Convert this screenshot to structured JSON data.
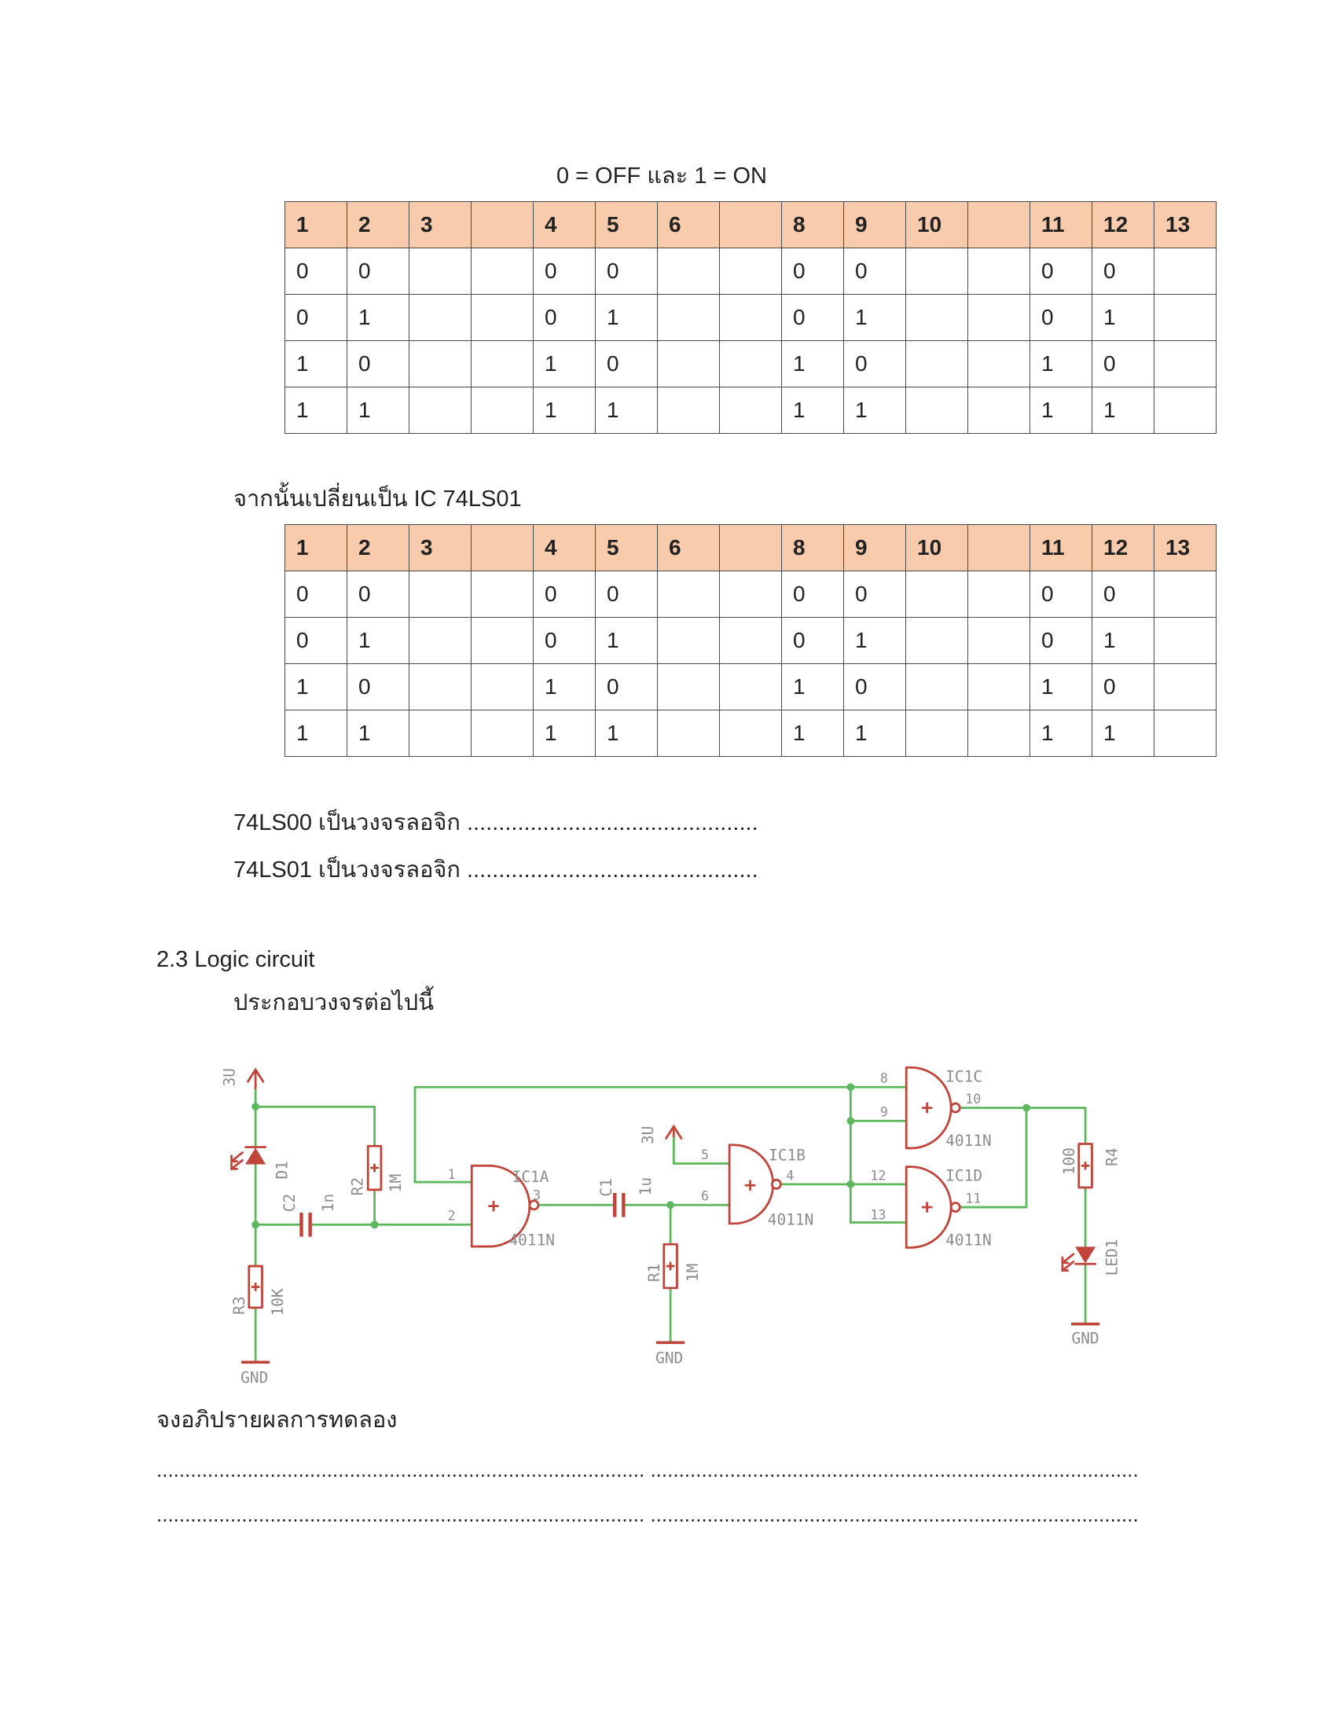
{
  "legend_text": "0 = OFF และ 1 = ON",
  "table1": {
    "header": [
      "1",
      "2",
      "3",
      "",
      "4",
      "5",
      "6",
      "",
      "8",
      "9",
      "10",
      "",
      "11",
      "12",
      "13"
    ],
    "rows": [
      [
        "0",
        "0",
        "",
        "",
        "0",
        "0",
        "",
        "",
        "0",
        "0",
        "",
        "",
        "0",
        "0",
        ""
      ],
      [
        "0",
        "1",
        "",
        "",
        "0",
        "1",
        "",
        "",
        "0",
        "1",
        "",
        "",
        "0",
        "1",
        ""
      ],
      [
        "1",
        "0",
        "",
        "",
        "1",
        "0",
        "",
        "",
        "1",
        "0",
        "",
        "",
        "1",
        "0",
        ""
      ],
      [
        "1",
        "1",
        "",
        "",
        "1",
        "1",
        "",
        "",
        "1",
        "1",
        "",
        "",
        "1",
        "1",
        ""
      ]
    ]
  },
  "switch_text": "จากนั้นเปลี่ยนเป็น IC 74LS01",
  "table2": {
    "header": [
      "1",
      "2",
      "3",
      "",
      "4",
      "5",
      "6",
      "",
      "8",
      "9",
      "10",
      "",
      "11",
      "12",
      "13"
    ],
    "rows": [
      [
        "0",
        "0",
        "",
        "",
        "0",
        "0",
        "",
        "",
        "0",
        "0",
        "",
        "",
        "0",
        "0",
        ""
      ],
      [
        "0",
        "1",
        "",
        "",
        "0",
        "1",
        "",
        "",
        "0",
        "1",
        "",
        "",
        "0",
        "1",
        ""
      ],
      [
        "1",
        "0",
        "",
        "",
        "1",
        "0",
        "",
        "",
        "1",
        "0",
        "",
        "",
        "1",
        "0",
        ""
      ],
      [
        "1",
        "1",
        "",
        "",
        "1",
        "1",
        "",
        "",
        "1",
        "1",
        "",
        "",
        "1",
        "1",
        ""
      ]
    ]
  },
  "questions": {
    "q1": "74LS00 เป็นวงจรลอจิก ..............................................",
    "q2": "74LS01 เป็นวงจรลอจิก .............................................."
  },
  "section_title": "2.3 Logic circuit",
  "instruction": "ประกอบวงจรต่อไปนี้",
  "circuit": {
    "labels": {
      "supply_left": "3U",
      "d1": "D1",
      "c2": "C2",
      "c2_value": "1n",
      "r2": "R2",
      "r2_value": "1M",
      "r3": "R3",
      "r3_value": "10K",
      "gnd_left": "GND",
      "ic1a_pin1": "1",
      "ic1a_pin2": "2",
      "ic1a": "IC1A",
      "ic1a_pin3": "3",
      "ic1a_part": "4011N",
      "c1": "C1",
      "c1_value": "1u",
      "r1": "R1",
      "r1_value": "1M",
      "gnd_mid": "GND",
      "supply_mid": "3U",
      "ic1b_pin5": "5",
      "ic1b_pin6": "6",
      "ic1b": "IC1B",
      "ic1b_pin4": "4",
      "ic1b_part": "4011N",
      "ic1c_pin8": "8",
      "ic1c_pin9": "9",
      "ic1c": "IC1C",
      "ic1c_pin10": "10",
      "ic1c_part": "4011N",
      "ic1d_pin12": "12",
      "ic1d_pin13": "13",
      "ic1d": "IC1D",
      "ic1d_pin11": "11",
      "ic1d_part": "4011N",
      "r4_value": "100",
      "r4": "R4",
      "led1": "LED1",
      "gnd_right": "GND"
    }
  },
  "discussion_title": "จงอภิปรายผลการทดลอง",
  "answer_lines": [
    "...................................................................................... ......................................................................................",
    "...................................................................................... ......................................................................................"
  ],
  "colors": {
    "header_bg": "#f8cbad",
    "wire": "#5cb85c",
    "component": "#c0443a",
    "label": "#8c8c8c"
  }
}
